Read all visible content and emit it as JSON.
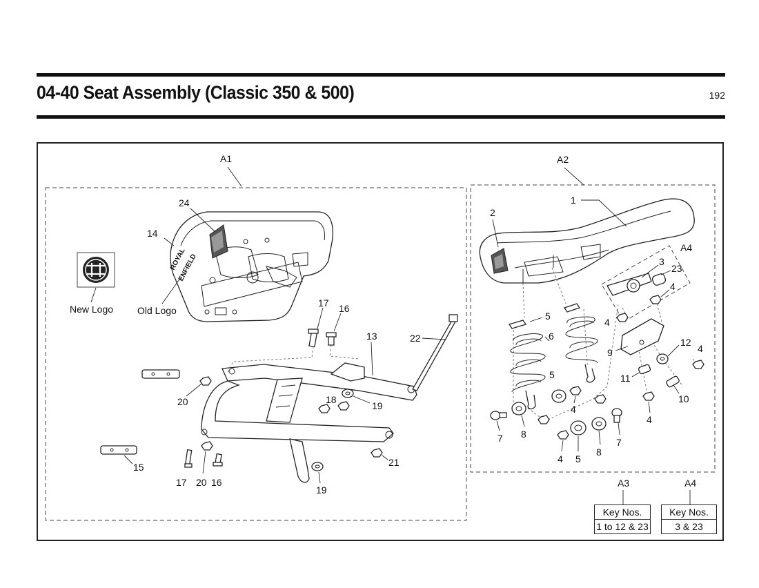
{
  "header": {
    "title": "04-40 Seat Assembly (Classic 350 & 500)",
    "page_number": "192"
  },
  "diagram": {
    "group_labels": {
      "a1": "A1",
      "a2": "A2",
      "a3": "A3",
      "a4": "A4",
      "a4_inner": "A4"
    },
    "logo_labels": {
      "new_logo": "New Logo",
      "old_logo": "Old Logo",
      "seat_brand_line1": "ROYAL",
      "seat_brand_line2": "ENFIELD"
    },
    "callouts": {
      "c1": "1",
      "c2": "2",
      "c3": "3",
      "c4a": "4",
      "c4b": "4",
      "c4c": "4",
      "c4d": "4",
      "c4e": "4",
      "c4f": "4",
      "c5a": "5",
      "c5b": "5",
      "c5c": "5",
      "c6": "6",
      "c7a": "7",
      "c7b": "7",
      "c8a": "8",
      "c8b": "8",
      "c9": "9",
      "c10": "10",
      "c11": "11",
      "c12": "12",
      "c13": "13",
      "c14": "14",
      "c15": "15",
      "c16a": "16",
      "c16b": "16",
      "c17a": "17",
      "c17b": "17",
      "c18": "18",
      "c19a": "19",
      "c19b": "19",
      "c20a": "20",
      "c20b": "20",
      "c21": "21",
      "c22": "22",
      "c23": "23",
      "c24": "24"
    },
    "key_tables": {
      "a3": {
        "header": "Key Nos.",
        "value": "1 to 12 & 23"
      },
      "a4": {
        "header": "Key Nos.",
        "value": "3 & 23"
      }
    }
  }
}
